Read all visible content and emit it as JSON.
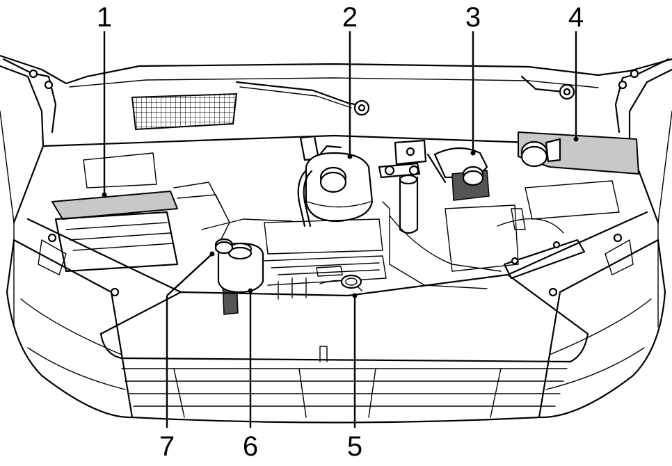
{
  "callouts": [
    {
      "id": "1",
      "label": "1"
    },
    {
      "id": "2",
      "label": "2"
    },
    {
      "id": "3",
      "label": "3"
    },
    {
      "id": "4",
      "label": "4"
    },
    {
      "id": "5",
      "label": "5"
    },
    {
      "id": "6",
      "label": "6"
    },
    {
      "id": "7",
      "label": "7"
    }
  ],
  "colors": {
    "line": "#000000",
    "highlight_fill": "#c8c8c8",
    "background": "#ffffff"
  }
}
